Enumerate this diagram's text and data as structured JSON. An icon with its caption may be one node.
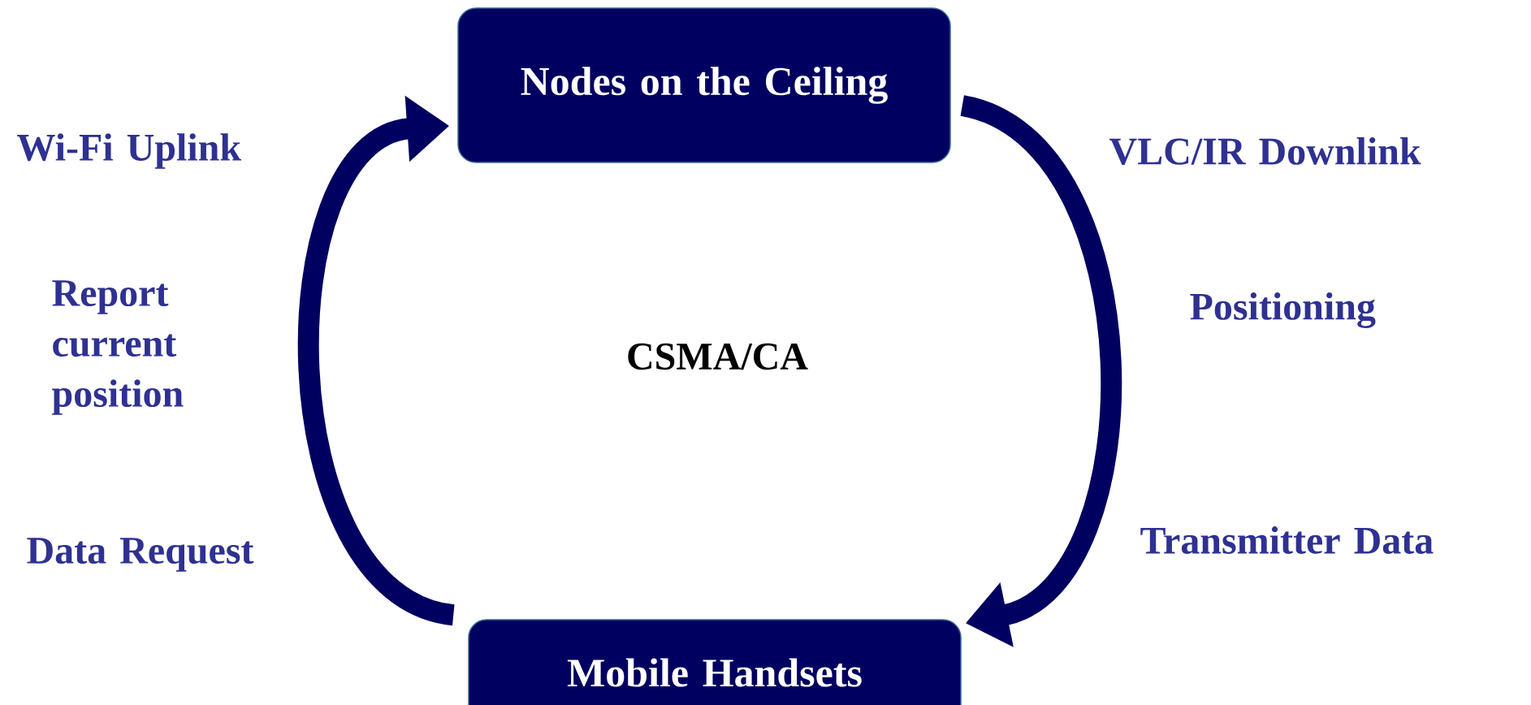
{
  "diagram": {
    "nodes": [
      {
        "text": [
          "Nodes on the Ceiling"
        ]
      },
      {
        "text": [
          "Mobile Handsets"
        ]
      }
    ],
    "edges": [
      {
        "from": 1,
        "to": 0,
        "arrow": "to"
      },
      {
        "from": 0,
        "to": 1,
        "arrow": "to"
      }
    ],
    "labels": [
      "Wi-Fi Uplink",
      "VLC/IR Downlink",
      "Positioning",
      "Report current position",
      "CSMA/CA",
      "Data Request",
      "Transmitter Data"
    ]
  }
}
